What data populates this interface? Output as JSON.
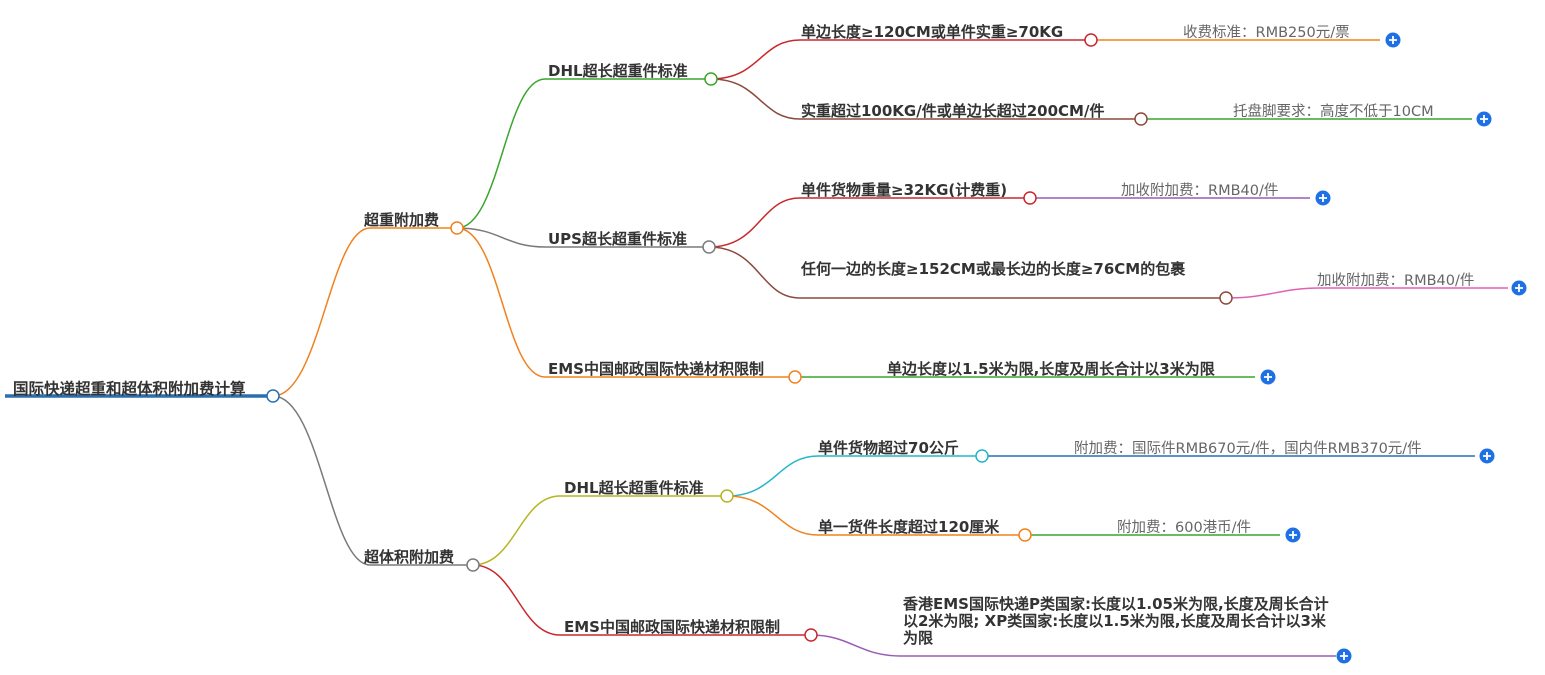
{
  "root": {
    "label": "国际快递超重和超体积附加费计算"
  },
  "branches": {
    "overweight": {
      "label": "超重附加费",
      "dhl": {
        "label": "DHL超长超重件标准",
        "cond1": {
          "label": "单边长度≥120CM或单件实重≥70KG",
          "note": "收费标准：RMB250元/票"
        },
        "cond2": {
          "label": "实重超过100KG/件或单边长超过200CM/件",
          "note": "托盘脚要求：高度不低于10CM"
        }
      },
      "ups": {
        "label": "UPS超长超重件标准",
        "cond1": {
          "label": "单件货物重量≥32KG(计费重)",
          "note": "加收附加费：RMB40/件"
        },
        "cond2": {
          "label": "任何一边的长度≥152CM或最长边的长度≥76CM的包裹",
          "note": "加收附加费：RMB40/件"
        }
      },
      "ems": {
        "label": "EMS中国邮政国际快递材积限制",
        "note": "单边长度以1.5米为限,长度及周长合计以3米为限"
      }
    },
    "oversize": {
      "label": "超体积附加费",
      "dhl": {
        "label": "DHL超长超重件标准",
        "cond1": {
          "label": "单件货物超过70公斤",
          "note": "附加费：国际件RMB670元/件，国内件RMB370元/件"
        },
        "cond2": {
          "label": "单一货件长度超过120厘米",
          "note": "附加费：600港币/件"
        }
      },
      "ems": {
        "label": "EMS中国邮政国际快递材积限制",
        "note": "香港EMS国际快递P类国家:长度以1.05米为限,长度及周长合计以2米为限; XP类国家:长度以1.5米为限,长度及周长合计以3米为限"
      }
    }
  },
  "colors": {
    "root": "#2a6fb0",
    "orange": "#f0821e",
    "gray": "#7a7a7a",
    "green": "#3aa52d",
    "red": "#c8282d",
    "brown": "#8b4a3c",
    "olive": "#b5b520",
    "teal": "#23b5c8",
    "purple": "#9a5bb5",
    "pink": "#e060b5",
    "blue_line": "#2a6fb0",
    "expand": "#1f6fe5"
  },
  "icons": {
    "expand": "plus-circle-icon",
    "node": "hollow-circle-icon"
  }
}
